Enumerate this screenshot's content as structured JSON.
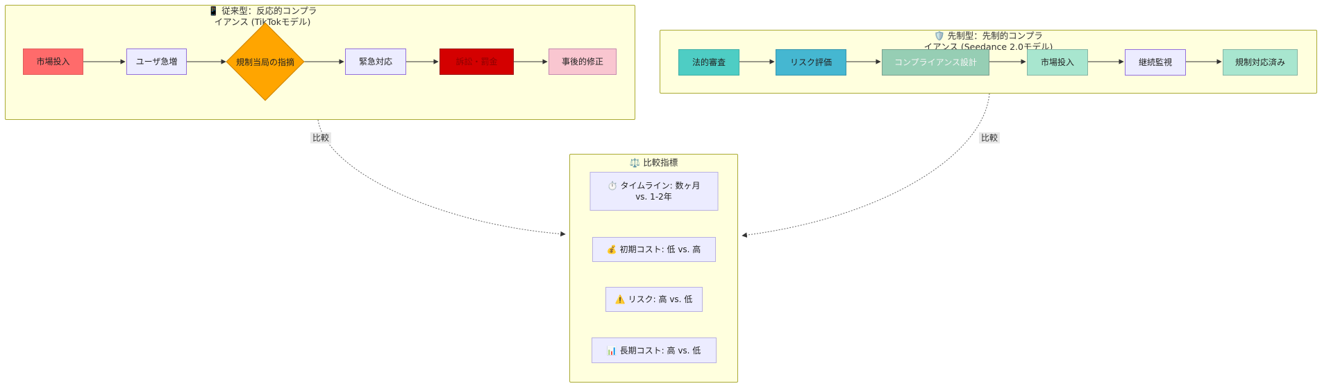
{
  "diagram_type": "flowchart-comparison",
  "left_subgraph": {
    "title": {
      "icon": "📱",
      "line1": "従来型：反応的コンプラ",
      "line2": "イアンス (TikTokモデル)"
    },
    "nodes": {
      "market_entry": {
        "label": "市場投入",
        "fill": "#ff6b6b"
      },
      "user_surge": {
        "label": "ユーザ急増",
        "fill": "#ececff"
      },
      "regulator_flag": {
        "label": "規制当局の指摘",
        "fill": "#ffa500",
        "shape": "diamond"
      },
      "emergency_response": {
        "label": "緊急対応",
        "fill": "#ececff"
      },
      "lawsuit_fine": {
        "label": "訴訟・罰金",
        "fill": "#d40000"
      },
      "post_fix": {
        "label": "事後的修正",
        "fill": "#f9c6d0"
      }
    }
  },
  "right_subgraph": {
    "title": {
      "icon": "🛡️",
      "line1": "先制型：先制的コンプラ",
      "line2": "イアンス (Seedance 2.0モデル)"
    },
    "nodes": {
      "legal_review": {
        "label": "法的審査",
        "fill": "#4ecdc4"
      },
      "risk_eval": {
        "label": "リスク評価",
        "fill": "#45b7d1"
      },
      "compliance_design": {
        "label": "コンプライアンス設計",
        "fill": "#96ceb4"
      },
      "market_entry": {
        "label": "市場投入",
        "fill": "#a8e6cf"
      },
      "continuous_monitoring": {
        "label": "継続監視",
        "fill": "#ececff"
      },
      "regulation_ready": {
        "label": "規制対応済み",
        "fill": "#a8e6cf"
      }
    }
  },
  "comparison_subgraph": {
    "title": {
      "icon": "⚖️",
      "text": "比較指標"
    },
    "nodes": {
      "timeline": {
        "icon": "⏱️",
        "line1": "タイムライン: 数ヶ月",
        "line2": "vs. 1-2年"
      },
      "initial_cost": {
        "icon": "💰",
        "text": "初期コスト: 低 vs. 高"
      },
      "risk": {
        "icon": "⚠️",
        "text": "リスク: 高 vs. 低"
      },
      "longterm_cost": {
        "icon": "📊",
        "text": "長期コスト: 高 vs. 低"
      }
    }
  },
  "edges": {
    "left_compare_label": "比較",
    "right_compare_label": "比較"
  },
  "colors": {
    "subgraph_bg": "#ffffde",
    "subgraph_border": "#aaaa33",
    "default_node_bg": "#ececff",
    "default_node_border": "#9370db",
    "arrow": "#333333",
    "edge_label_bg": "#e8e8e8"
  }
}
